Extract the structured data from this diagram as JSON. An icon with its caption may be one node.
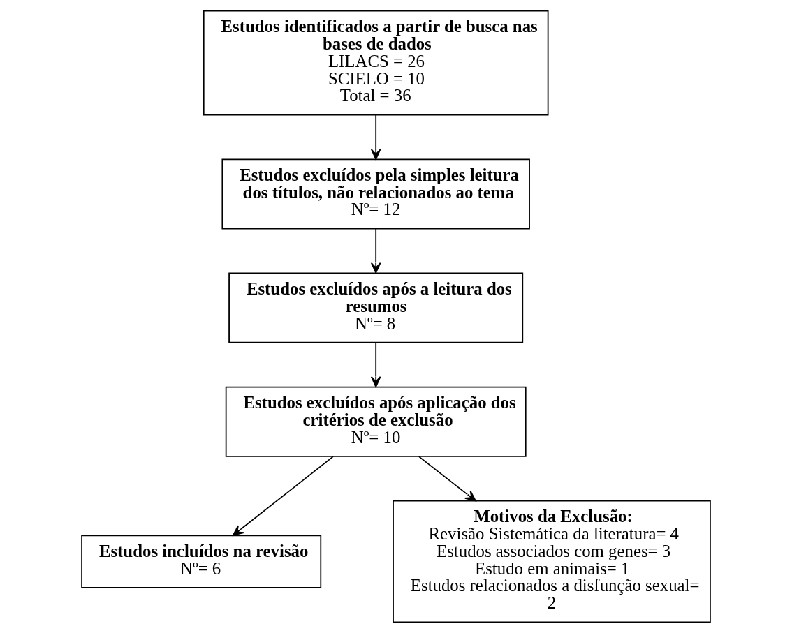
{
  "diagram": {
    "nodes": [
      {
        "text": [
          "Estudos identificados a partir de busca nas bases de dados",
          "LILACS = 26",
          "SCIELO = 10",
          "Total = 36"
        ]
      },
      {
        "text": [
          "Estudos excluídos pela simples leitura dos títulos, não relacionados ao tema",
          "Nº= 12"
        ]
      },
      {
        "text": [
          "Estudos excluídos após a leitura dos resumos",
          "Nº= 8"
        ]
      },
      {
        "text": [
          "Estudos excluídos após aplicação dos critérios de exclusão",
          "Nº= 10"
        ]
      },
      {
        "text": [
          "Estudos incluídos na revisão",
          "Nº= 6"
        ]
      },
      {
        "text": [
          "Motivos da Exclusão:",
          "Revisão Sistemática da literatura= 4",
          "Estudos associados com genes= 3",
          "Estudo em animais= 1",
          "Estudos relacionados a disfunção sexual= 2"
        ]
      }
    ],
    "edges": [
      {
        "from": 0,
        "to": 1,
        "arrow": "to"
      },
      {
        "from": 1,
        "to": 2,
        "arrow": "to"
      },
      {
        "from": 2,
        "to": 3,
        "arrow": "to"
      },
      {
        "from": 3,
        "to": 4,
        "arrow": "to"
      },
      {
        "from": 3,
        "to": 5,
        "arrow": "to"
      }
    ]
  }
}
